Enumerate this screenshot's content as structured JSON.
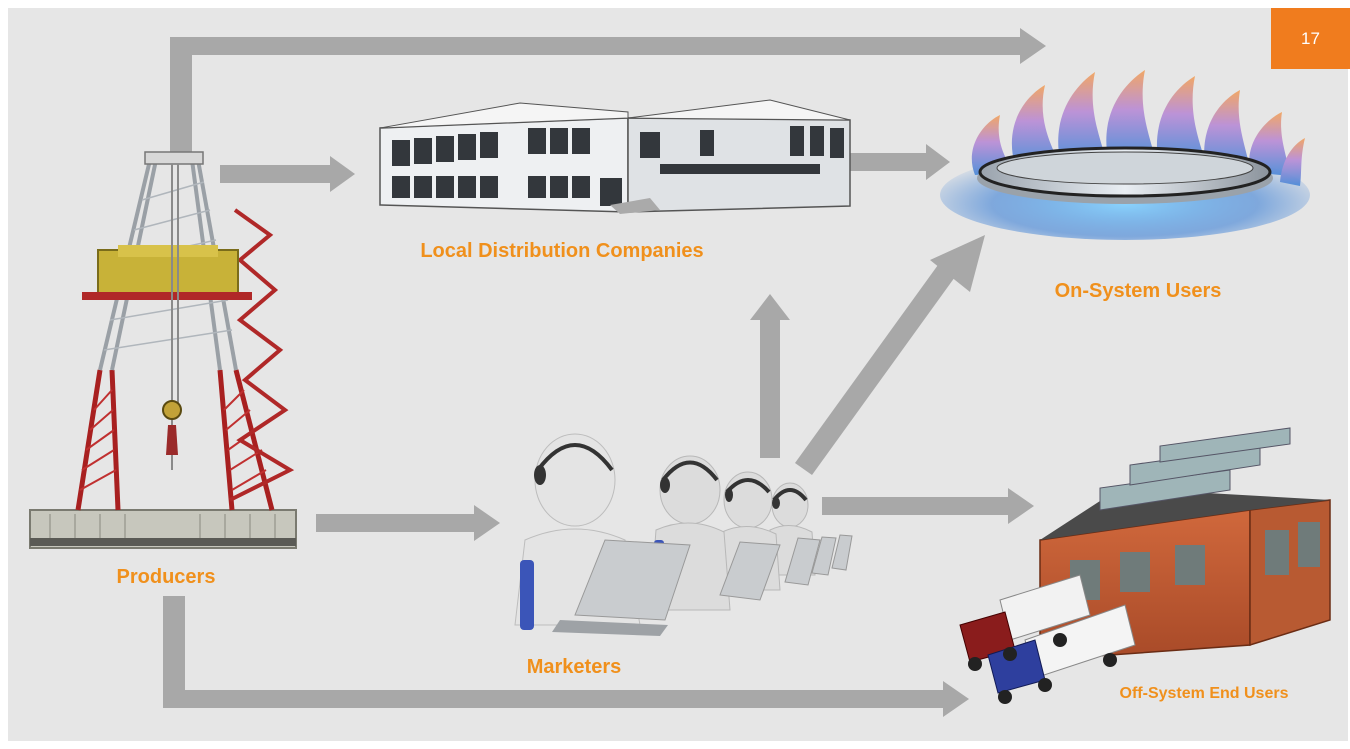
{
  "slide": {
    "page_number": "17"
  },
  "nodes": {
    "producers": "Producers",
    "ldc": "Local Distribution Companies",
    "on_system": "On-System Users",
    "marketers": "Marketers",
    "off_system": "Off-System End Users"
  },
  "colors": {
    "label": "#f0901c",
    "accent_tab": "#f07c1e",
    "arrow": "#a8a8a8",
    "background": "#e6e6e6"
  }
}
